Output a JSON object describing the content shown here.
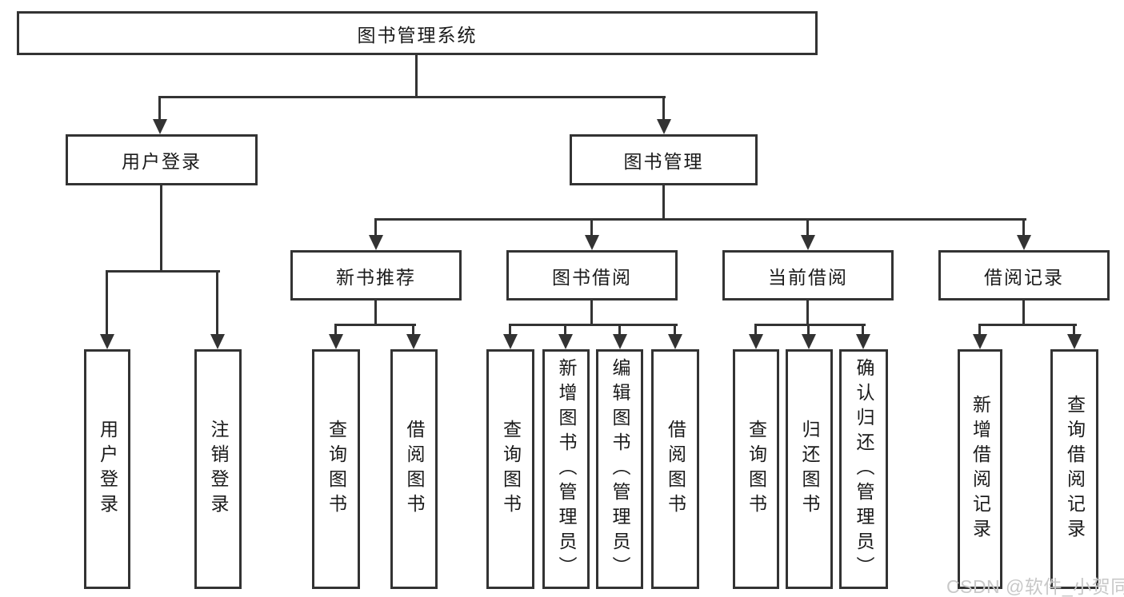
{
  "tree": {
    "label": "图书管理系统",
    "children": [
      {
        "label": "用户登录",
        "children": [
          {
            "label": "用户登录"
          },
          {
            "label": "注销登录"
          }
        ]
      },
      {
        "label": "图书管理",
        "children": [
          {
            "label": "新书推荐",
            "children": [
              {
                "label": "查询图书"
              },
              {
                "label": "借阅图书"
              }
            ]
          },
          {
            "label": "图书借阅",
            "children": [
              {
                "label": "查询图书"
              },
              {
                "label": "新增图书（管理员）"
              },
              {
                "label": "编辑图书（管理员）"
              },
              {
                "label": "借阅图书"
              }
            ]
          },
          {
            "label": "当前借阅",
            "children": [
              {
                "label": "查询图书"
              },
              {
                "label": "归还图书"
              },
              {
                "label": "确认归还（管理员）"
              }
            ]
          },
          {
            "label": "借阅记录",
            "children": [
              {
                "label": "新增借阅记录"
              },
              {
                "label": "查询借阅记录"
              }
            ]
          }
        ]
      }
    ]
  },
  "watermark": {
    "text": "CSDN @软件_小贺同学"
  },
  "colors": {
    "line": "#333333",
    "box_border": "#333333",
    "text": "#1a1a1a",
    "watermark": "#c8c8c8",
    "background": "#ffffff"
  }
}
